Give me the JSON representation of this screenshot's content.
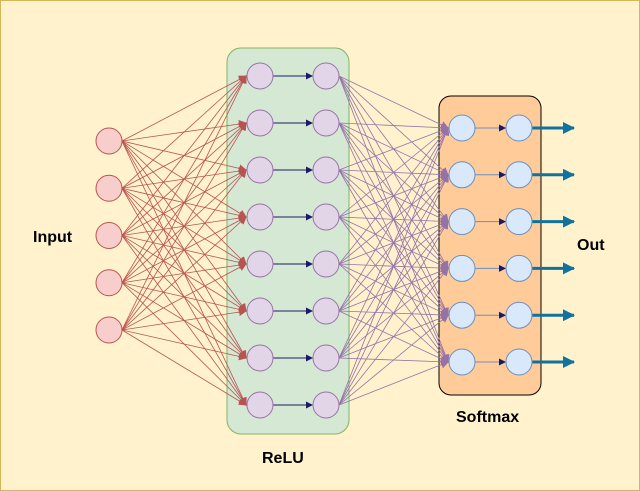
{
  "labels": {
    "input": "Input",
    "hidden_activation": "ReLU",
    "output_activation": "Softmax",
    "output": "Out"
  },
  "layers": {
    "input_nodes": 5,
    "hidden_nodes": 8,
    "output_nodes": 6
  },
  "colors": {
    "background": "#fff2cc",
    "background_border": "#d6b656",
    "relu_box": "#d5e8d4",
    "relu_border": "#82b366",
    "softmax_box": "#ffcc99",
    "softmax_border": "#000000",
    "input_node_fill": "#f8cecc",
    "input_node_stroke": "#b85450",
    "hidden_node_fill": "#e1d5e7",
    "hidden_node_stroke": "#9673a6",
    "output_node_fill": "#dae8fc",
    "output_node_stroke": "#6c8ebf",
    "input_edges": "#b85450",
    "hidden_edges": "#9673a6",
    "output_arrows": "#10739e",
    "inner_arrows": "#1a1a66"
  }
}
